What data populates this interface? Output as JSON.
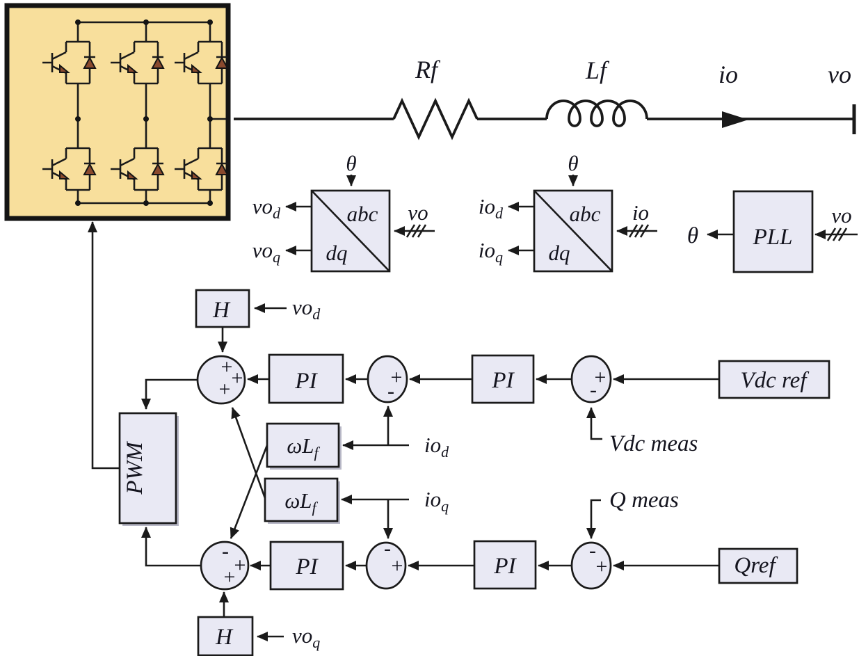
{
  "colors": {
    "block_fill": "#e9e9f4",
    "inverter_fill": "#f8df9c",
    "line": "#1a1a1a",
    "diode": "#8a4a2e"
  },
  "power": {
    "rf": "Rf",
    "lf": "Lf",
    "io": "io",
    "vo": "vo"
  },
  "xf": [
    {
      "theta": "θ",
      "abc": "abc",
      "dq": "dq",
      "in": "vo",
      "o1m": "vo",
      "o1s": "d",
      "o2m": "vo",
      "o2s": "q"
    },
    {
      "theta": "θ",
      "abc": "abc",
      "dq": "dq",
      "in": "io",
      "o1m": "io",
      "o1s": "d",
      "o2m": "io",
      "o2s": "q"
    }
  ],
  "pll": {
    "label": "PLL",
    "in": "vo",
    "out": "θ"
  },
  "daxis": {
    "h": "H",
    "him": "vo",
    "his": "d",
    "pi1": "PI",
    "pi2": "PI",
    "s1": [
      "+",
      "+",
      "+"
    ],
    "s2p": "+",
    "s2m": "-",
    "s3p": "+",
    "s3m": "-",
    "vdcref": "Vdc ref",
    "vdcmeas": "Vdc meas"
  },
  "coupling": {
    "w1m": "ωL",
    "w1s": "f",
    "w2m": "ωL",
    "w2s": "f",
    "iodm": "io",
    "iods": "d",
    "ioqm": "io",
    "ioqs": "q"
  },
  "qaxis": {
    "h": "H",
    "him": "vo",
    "his": "q",
    "pi3": "PI",
    "pi4": "PI",
    "s4": [
      "-",
      "+",
      "+"
    ],
    "s5p": "+",
    "s5m": "-",
    "s6p": "+",
    "s6m": "-",
    "qref": "Qref",
    "qmeas": "Q meas"
  },
  "pwm": {
    "label": "PWM"
  }
}
